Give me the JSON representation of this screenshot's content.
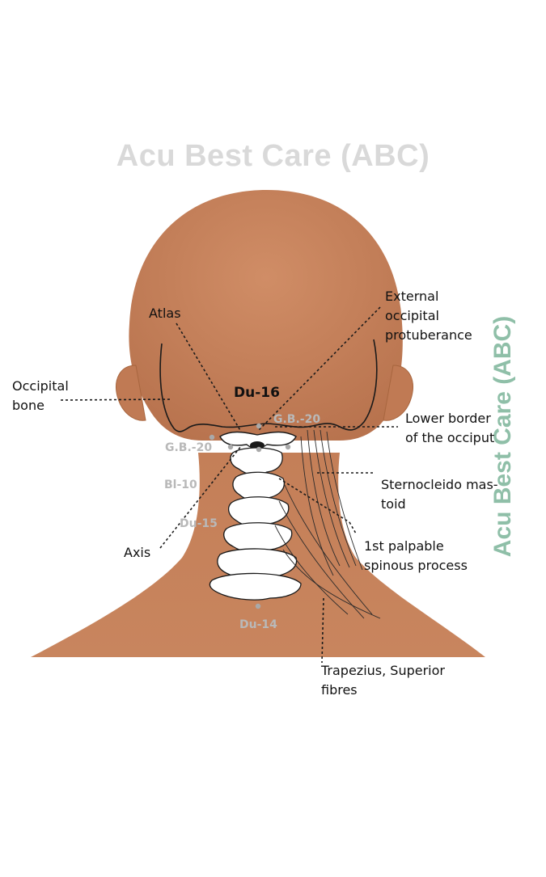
{
  "watermark": {
    "top": "Acu Best Care (ABC)",
    "side": "Acu Best Care (ABC)"
  },
  "points": {
    "du16": "Du-16",
    "gb20_right": "G.B.-20",
    "gb20_left": "G.B.-20",
    "bl10": "Bl-10",
    "du15": "Du-15",
    "du14": "Du-14"
  },
  "labels": {
    "atlas": "Atlas",
    "occipital_bone": "Occipital\nbone",
    "axis": "Axis",
    "external_occipital_protuberance": "External\noccipital\nprotuberance",
    "lower_border_occiput": "Lower border\nof the occiput",
    "sternocleidomastoid": "Sternocleido mas-\ntoid",
    "first_palpable_spinous": "1st palpable\nspinous process",
    "trapezius": "Trapezius, Superior\nfibres"
  },
  "colors": {
    "skin": "#c8855e",
    "skin_shadow": "#b87450",
    "outline": "#1a1a1a",
    "point_label": "#b9b9b9",
    "watermark_top": "#d9d9d9",
    "watermark_side": "#8fbfa8"
  }
}
